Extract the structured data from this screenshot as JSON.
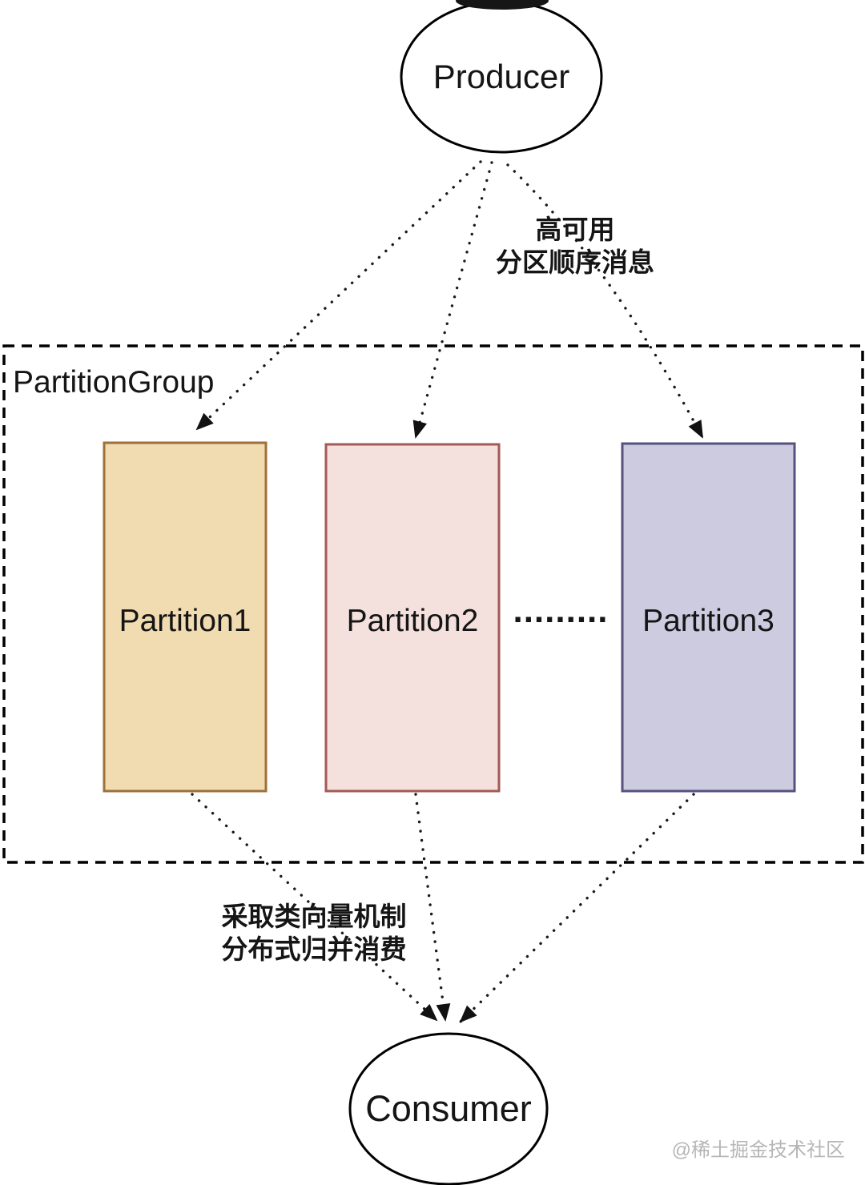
{
  "diagram": {
    "producer_label": "Producer",
    "consumer_label": "Consumer",
    "group_label": "PartitionGroup",
    "partitions": [
      {
        "label": "Partition1",
        "fill": "#F1DCB2",
        "border": "#9E7039"
      },
      {
        "label": "Partition2",
        "fill": "#F4E1DD",
        "border": "#A35A55"
      },
      {
        "label": "Partition3",
        "fill": "#CDCBE0",
        "border": "#56517E"
      }
    ],
    "ellipsis": ".........",
    "producer_note": {
      "line1": "高可用",
      "line2": "分区顺序消息"
    },
    "consumer_note": {
      "line1": "采取类向量机制",
      "line2": "分布式归并消费"
    },
    "watermark": "@稀土掘金技术社区",
    "colors": {
      "line": "#1a1a1a",
      "node_fill": "#ffffff",
      "watermark": "#b6b6b6"
    }
  }
}
